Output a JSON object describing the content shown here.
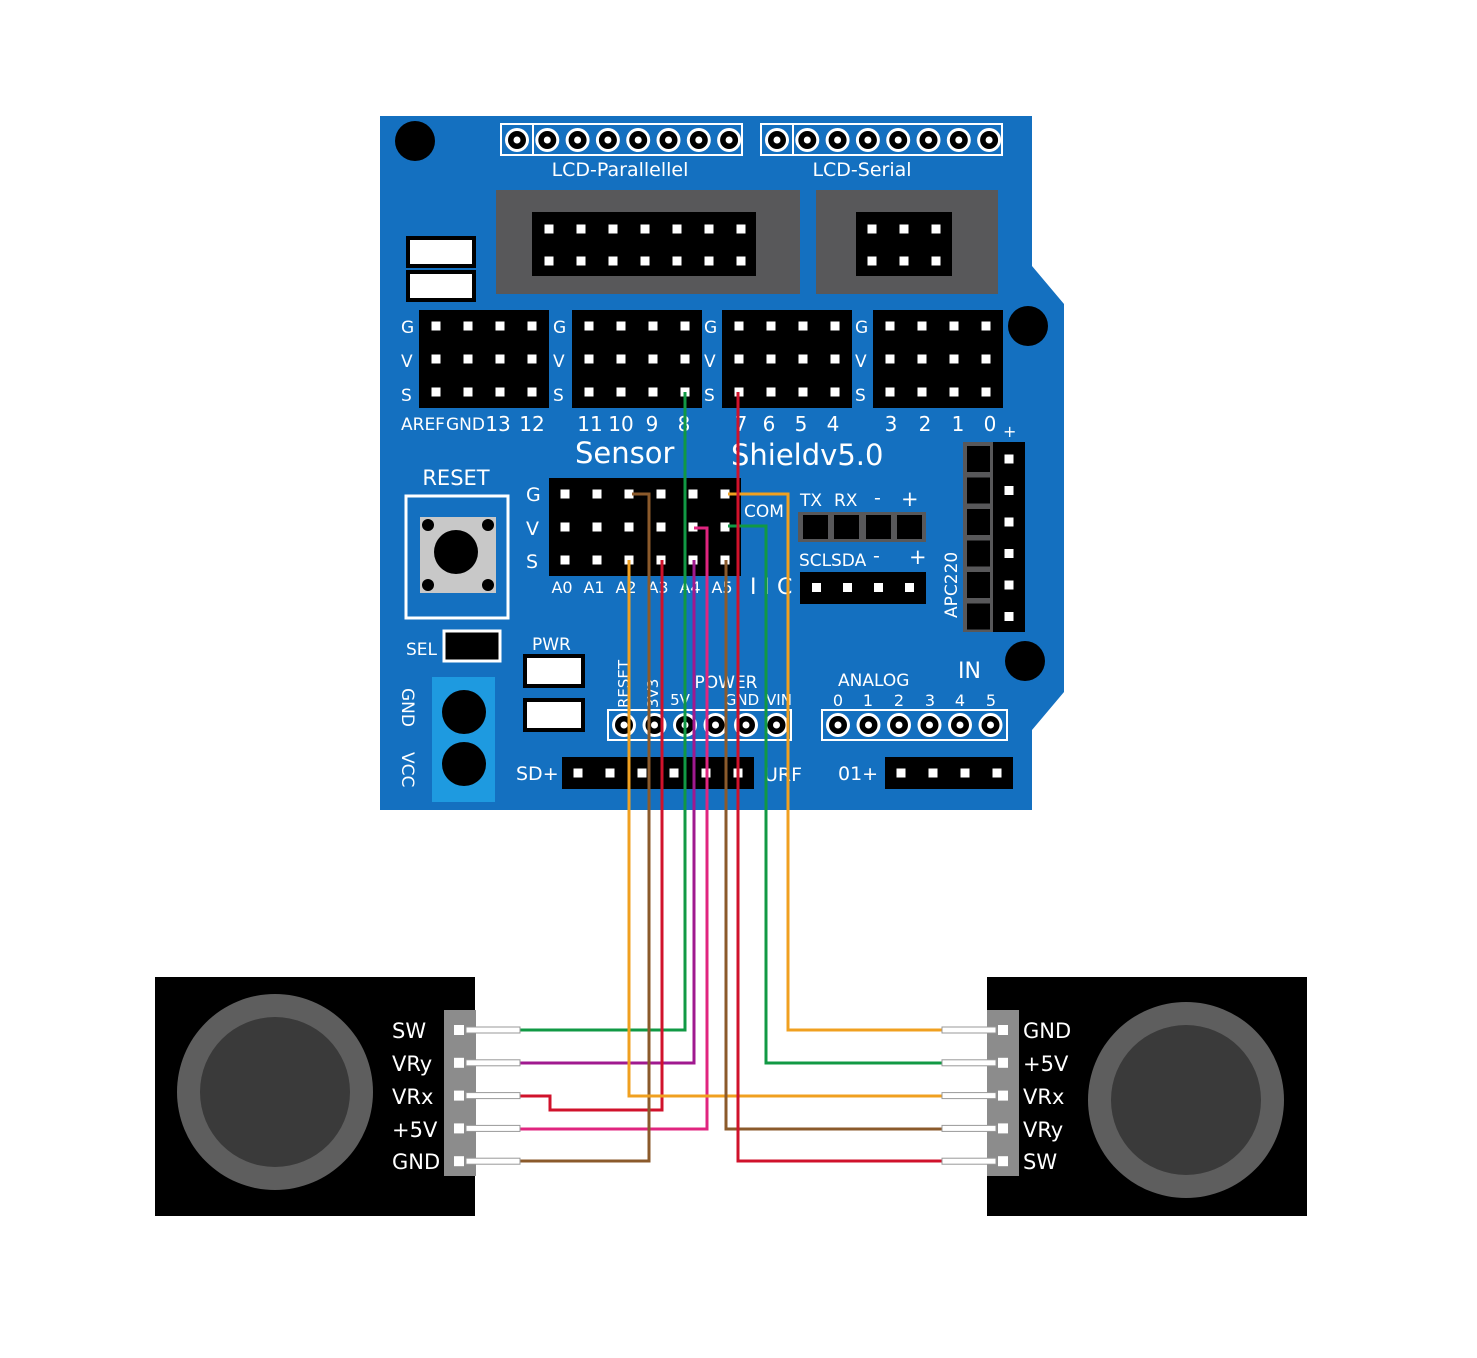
{
  "shield": {
    "title_left": "Sensor",
    "title_right": "Shieldv5.0",
    "board_color": "#1470C0",
    "lcd_parallel_label": "LCD-Parallellel",
    "lcd_serial_label": "LCD-Serial",
    "reset_label": "RESET",
    "row_g": "G",
    "row_v": "V",
    "row_s": "S",
    "digital_labels": [
      "AREF",
      "GND",
      "13",
      "12",
      "11",
      "10",
      "9",
      "8",
      "7",
      "6",
      "5",
      "4",
      "3",
      "2",
      "1",
      "0"
    ],
    "analog_labels": [
      "A0",
      "A1",
      "A2",
      "A3",
      "A4",
      "A5"
    ],
    "iic_label": "I I C",
    "com_label": "COM",
    "tx_label": "TX",
    "rx_label": "RX",
    "minus_label": "-",
    "plus_label": "+",
    "scl_label": "SCL",
    "sda_label": "SDA",
    "apc_label": "APC220",
    "sel_label": "SEL",
    "pwr_label": "PWR",
    "gnd_term_label": "GND",
    "vcc_term_label": "VCC",
    "power_label": "POWER",
    "power_pins": [
      "RESET",
      "3V3",
      "5V",
      "GND",
      "VIN"
    ],
    "analog_in_label": "ANALOG",
    "in_label": "IN",
    "analog_in_pins": [
      "0",
      "1",
      "2",
      "3",
      "4",
      "5"
    ],
    "sd_label": "SD+",
    "urf_label": "URF",
    "o1_label": "01+"
  },
  "joystick_left": {
    "pins": [
      "SW",
      "VRy",
      "VRx",
      "+5V",
      "GND"
    ]
  },
  "joystick_right": {
    "pins": [
      "GND",
      "+5V",
      "VRx",
      "VRy",
      "SW"
    ]
  },
  "wire_colors": {
    "green": "#119944",
    "purple": "#A0198F",
    "red": "#D0122B",
    "pink": "#E0257F",
    "brown": "#8B5A2B",
    "orange": "#F0A020"
  }
}
